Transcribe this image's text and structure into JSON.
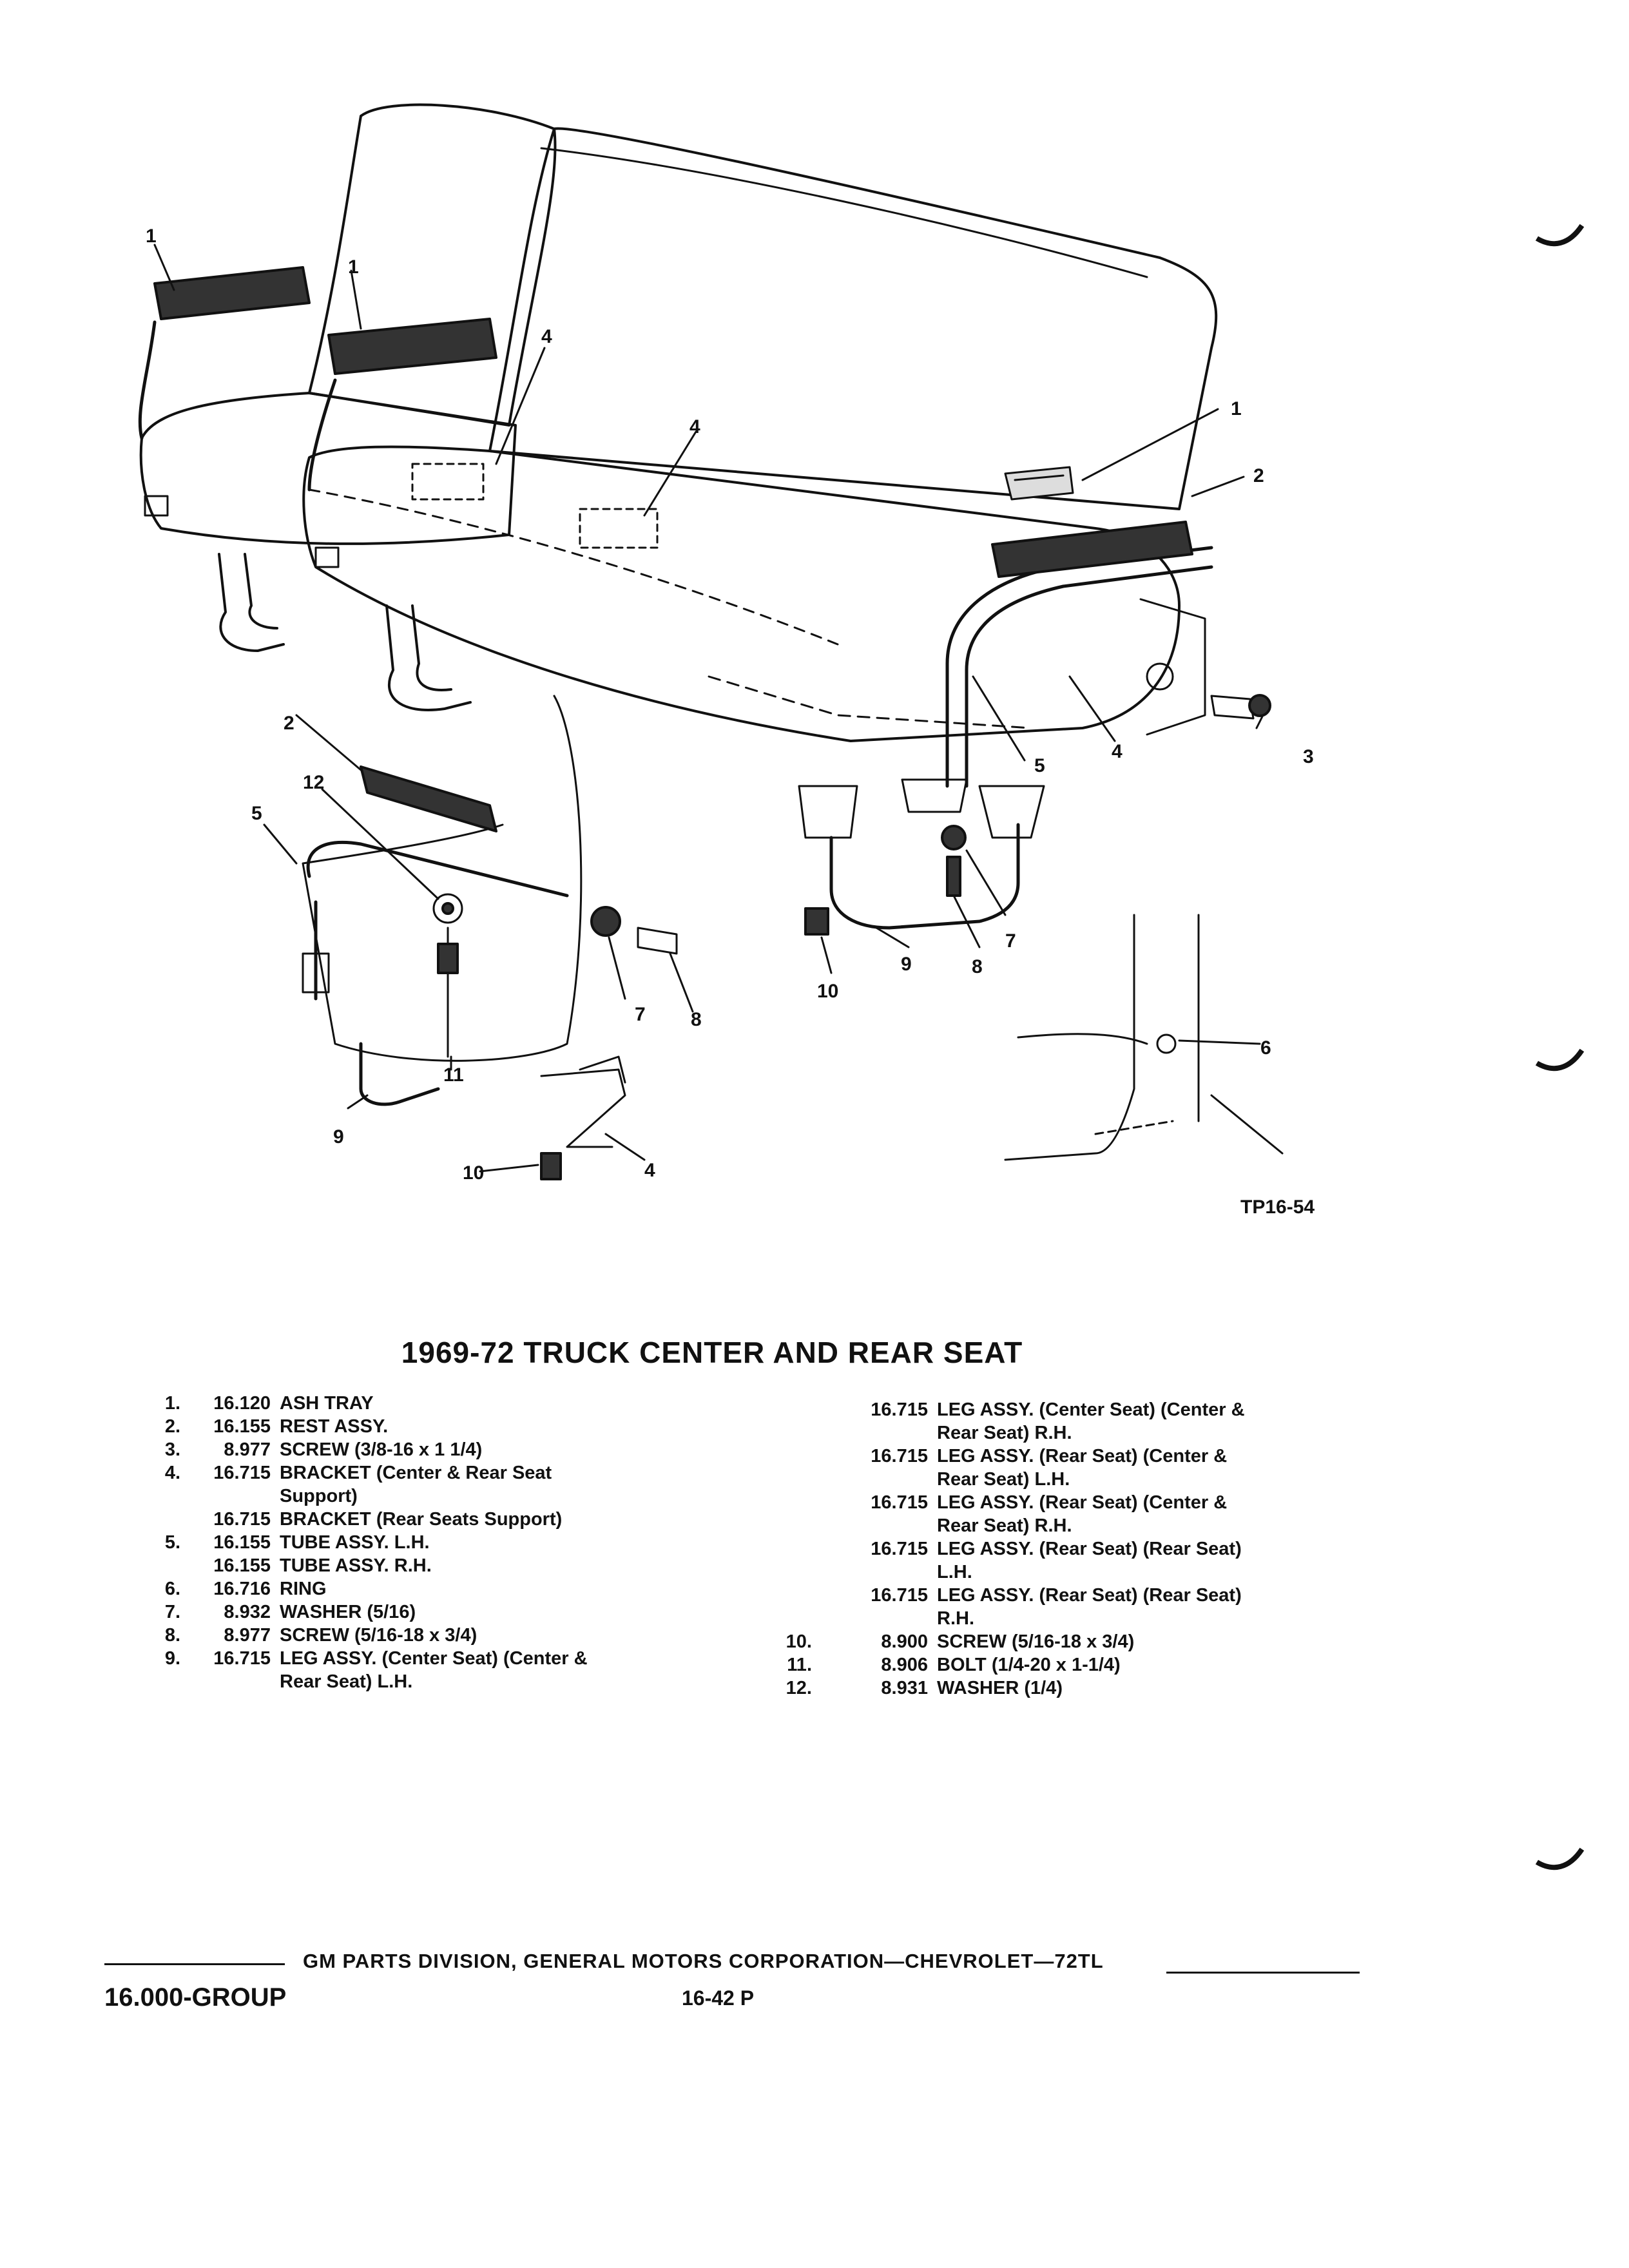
{
  "figure_id": "TP16-54",
  "title": "1969-72 TRUCK CENTER AND REAR SEAT",
  "callouts": [
    "1",
    "1",
    "1",
    "2",
    "2",
    "3",
    "4",
    "4",
    "4",
    "4",
    "5",
    "5",
    "6",
    "7",
    "7",
    "8",
    "8",
    "9",
    "9",
    "10",
    "10",
    "11",
    "12"
  ],
  "parts_left": [
    {
      "num": "1.",
      "part": "16.120",
      "desc": [
        "ASH TRAY"
      ]
    },
    {
      "num": "2.",
      "part": "16.155",
      "desc": [
        "REST ASSY."
      ]
    },
    {
      "num": "3.",
      "part": "8.977",
      "desc": [
        "SCREW (3/8-16 x 1 1/4)"
      ]
    },
    {
      "num": "4.",
      "part": "16.715",
      "desc": [
        "BRACKET (Center & Rear Seat",
        "Support)"
      ]
    },
    {
      "num": "",
      "part": "16.715",
      "desc": [
        "BRACKET (Rear Seats Support)"
      ]
    },
    {
      "num": "5.",
      "part": "16.155",
      "desc": [
        "TUBE ASSY. L.H."
      ]
    },
    {
      "num": "",
      "part": "16.155",
      "desc": [
        "TUBE ASSY. R.H."
      ]
    },
    {
      "num": "6.",
      "part": "16.716",
      "desc": [
        "RING"
      ]
    },
    {
      "num": "7.",
      "part": "8.932",
      "desc": [
        "WASHER (5/16)"
      ]
    },
    {
      "num": "8.",
      "part": "8.977",
      "desc": [
        "SCREW (5/16-18 x 3/4)"
      ]
    },
    {
      "num": "9.",
      "part": "16.715",
      "desc": [
        "LEG ASSY. (Center Seat) (Center &",
        "Rear Seat) L.H."
      ]
    }
  ],
  "parts_right": [
    {
      "num": "",
      "part": "16.715",
      "desc": [
        "LEG ASSY. (Center Seat) (Center &",
        "Rear Seat) R.H."
      ]
    },
    {
      "num": "",
      "part": "16.715",
      "desc": [
        "LEG ASSY. (Rear Seat) (Center &",
        "Rear Seat) L.H."
      ]
    },
    {
      "num": "",
      "part": "16.715",
      "desc": [
        "LEG ASSY. (Rear Seat) (Center &",
        "Rear Seat) R.H."
      ]
    },
    {
      "num": "",
      "part": "16.715",
      "desc": [
        "LEG ASSY. (Rear Seat) (Rear Seat)",
        "L.H."
      ]
    },
    {
      "num": "",
      "part": "16.715",
      "desc": [
        "LEG ASSY. (Rear Seat) (Rear Seat)",
        "R.H."
      ]
    },
    {
      "num": "10.",
      "part": "8.900",
      "desc": [
        "SCREW (5/16-18 x 3/4)"
      ]
    },
    {
      "num": "11.",
      "part": "8.906",
      "desc": [
        "BOLT (1/4-20 x 1-1/4)"
      ]
    },
    {
      "num": "12.",
      "part": "8.931",
      "desc": [
        "WASHER (1/4)"
      ]
    }
  ],
  "footer": {
    "publisher": "GM PARTS DIVISION, GENERAL MOTORS CORPORATION—CHEVROLET—72TL",
    "group": "16.000-GROUP",
    "page": "16-42 P"
  },
  "colors": {
    "ink": "#111111",
    "paper": "#ffffff",
    "pad": "#333333"
  }
}
